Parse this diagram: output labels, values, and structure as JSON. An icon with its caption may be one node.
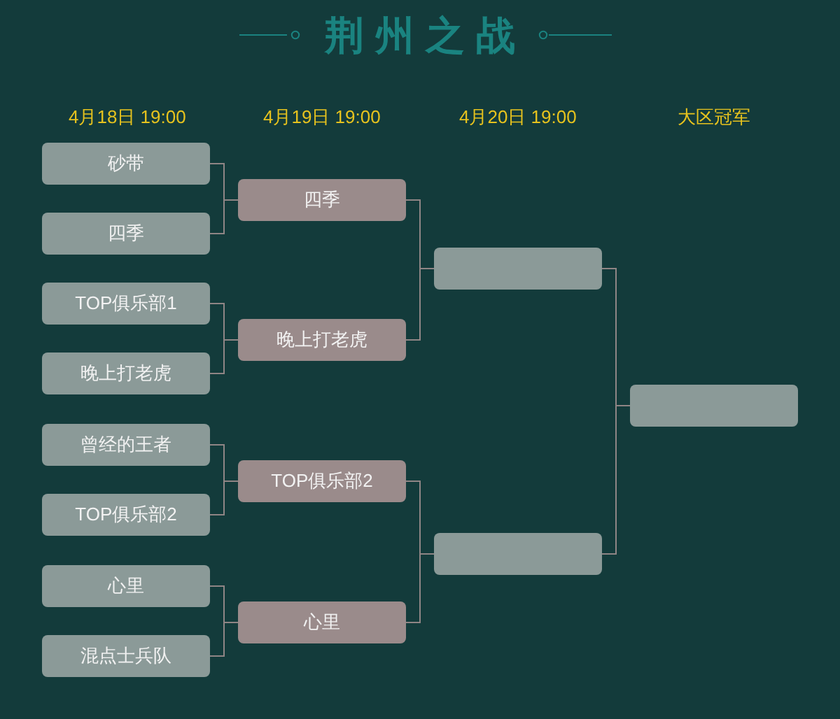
{
  "diagram": {
    "title": "荆州之战",
    "nodes": [
      {
        "text": [
          "砂带"
        ]
      },
      {
        "text": [
          "四季"
        ]
      },
      {
        "text": [
          "TOP俱乐部1"
        ]
      },
      {
        "text": [
          "晚上打老虎"
        ]
      },
      {
        "text": [
          "曾经的王者"
        ]
      },
      {
        "text": [
          "TOP俱乐部2"
        ]
      },
      {
        "text": [
          "心里"
        ]
      },
      {
        "text": [
          "混点士兵队"
        ]
      },
      {
        "text": [
          "四季"
        ]
      },
      {
        "text": [
          "晚上打老虎"
        ]
      },
      {
        "text": [
          "TOP俱乐部2"
        ]
      },
      {
        "text": [
          "心里"
        ]
      },
      {
        "text": [],
        "shape": "box"
      },
      {
        "text": [],
        "shape": "box"
      },
      {
        "text": [],
        "shape": "box"
      }
    ],
    "edges": [
      {
        "from": 0,
        "to": 8,
        "arrow": "none"
      },
      {
        "from": 1,
        "to": 8,
        "arrow": "none"
      },
      {
        "from": 2,
        "to": 9,
        "arrow": "none"
      },
      {
        "from": 3,
        "to": 9,
        "arrow": "none"
      },
      {
        "from": 4,
        "to": 10,
        "arrow": "none"
      },
      {
        "from": 5,
        "to": 10,
        "arrow": "none"
      },
      {
        "from": 6,
        "to": 11,
        "arrow": "none"
      },
      {
        "from": 7,
        "to": 11,
        "arrow": "none"
      },
      {
        "from": 8,
        "to": 12,
        "arrow": "none"
      },
      {
        "from": 9,
        "to": 12,
        "arrow": "none"
      },
      {
        "from": 10,
        "to": 13,
        "arrow": "none"
      },
      {
        "from": 11,
        "to": 13,
        "arrow": "none"
      },
      {
        "from": 12,
        "to": 14,
        "arrow": "none"
      },
      {
        "from": 13,
        "to": 14,
        "arrow": "none"
      }
    ],
    "labels": [
      "4月18日 19:00",
      "4月19日 19:00",
      "4月20日 19:00",
      "大区冠军"
    ]
  }
}
